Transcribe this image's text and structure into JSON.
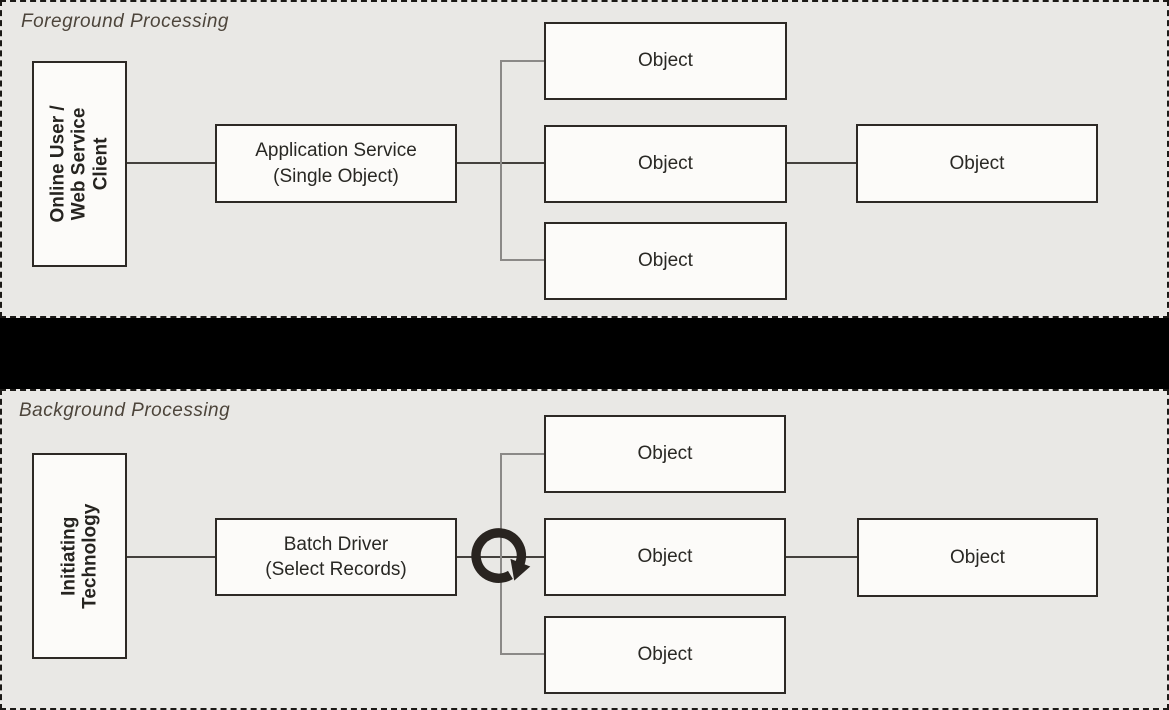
{
  "panels": [
    {
      "title": "Foreground Processing",
      "source_box": {
        "lines": [
          "Online User /",
          "Web Service",
          "Client"
        ]
      },
      "process_box": {
        "lines": [
          "Application Service",
          "(Single Object)"
        ]
      },
      "object_boxes": [
        "Object",
        "Object",
        "Object"
      ],
      "result_box": "Object"
    },
    {
      "title": "Background Processing",
      "source_box": {
        "lines": [
          "Initiating",
          "Technology"
        ]
      },
      "process_box": {
        "lines": [
          "Batch Driver",
          "(Select Records)"
        ]
      },
      "object_boxes": [
        "Object",
        "Object",
        "Object"
      ],
      "result_box": "Object",
      "loop_icon": "loop-arrow-icon"
    }
  ],
  "colors": {
    "panel_background": "#e9e8e5",
    "box_background": "#fcfbf9",
    "box_border": "#2d2925",
    "title_text": "#4d453b",
    "divider": "#000000",
    "connector_dark": "#44413d",
    "connector_gray": "#8b8987",
    "loop_icon": "#292420"
  }
}
